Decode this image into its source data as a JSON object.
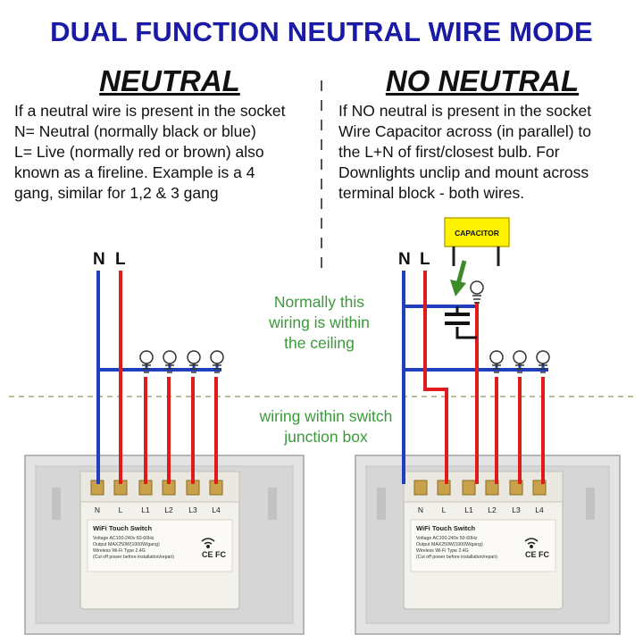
{
  "title": "DUAL FUNCTION NEUTRAL WIRE MODE",
  "left": {
    "heading": "NEUTRAL",
    "lines": [
      "If a neutral wire is present in the socket",
      "N= Neutral (normally black or blue)",
      "L= Live (normally red or brown) also",
      "known as a fireline. Example is a 4",
      "gang, similar for 1,2 & 3 gang"
    ],
    "wire_n": "N",
    "wire_l": "L"
  },
  "right": {
    "heading": "NO NEUTRAL",
    "lines": [
      "If NO neutral is present in the socket",
      "Wire Capacitor across (in parallel) to",
      "the L+N of first/closest bulb. For",
      "Downlights unclip and mount across",
      "terminal block - both wires."
    ],
    "wire_n": "N",
    "wire_l": "L",
    "capacitor_label": "CAPACITOR"
  },
  "notes": {
    "ceiling": [
      "Normally this",
      "wiring is  within",
      "the ceiling"
    ],
    "junction": [
      "wiring within switch",
      "junction box"
    ]
  },
  "switch": {
    "terminals": [
      "N",
      "L",
      "L1",
      "L2",
      "L3",
      "L4"
    ],
    "product": "WiFi Touch Switch",
    "spec_lines": [
      "Voltage AC100-240v 50-60Hz",
      "Output MAX250W(1000W/gang)",
      "Wireless Wi-Fi Type 2.4G",
      "(Cut off power before installation/repair)"
    ],
    "marks": "CE FC"
  },
  "colors": {
    "title": "#1a1aa6",
    "neutral_wire": "#1f3fbf",
    "live_wire": "#e01b1b",
    "note_green": "#3a9a3a",
    "capacitor_box": "#fff200",
    "arrow": "#3d8c2a",
    "dashed_line": "#9aa882"
  }
}
